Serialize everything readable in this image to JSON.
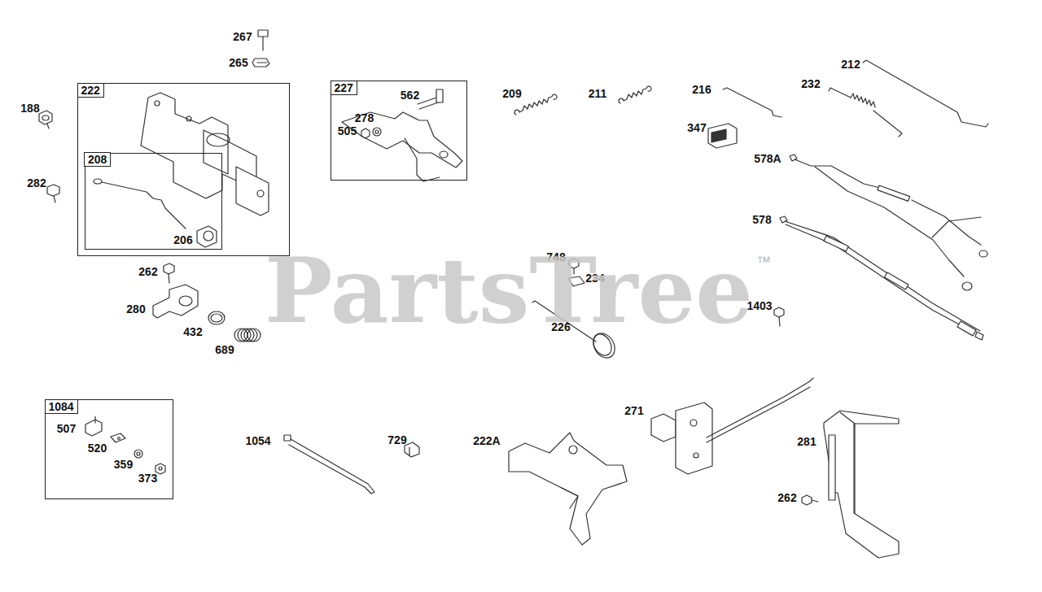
{
  "diagram": {
    "nodes": [
      {
        "text": [
          "222"
        ]
      },
      {
        "text": [
          "208",
          "206"
        ],
        "in": 0
      },
      {
        "text": [
          "227",
          "562",
          "278",
          "505"
        ]
      },
      {
        "text": [
          "1084",
          "507",
          "520",
          "359",
          "373"
        ]
      }
    ],
    "labels": [
      "267",
      "265",
      "188",
      "282",
      "262",
      "280",
      "432",
      "689",
      "209",
      "211",
      "216",
      "232",
      "212",
      "347",
      "578A",
      "578",
      "748",
      "234",
      "226",
      "1403",
      "1054",
      "729",
      "222A",
      "271",
      "281",
      "262",
      "PartsTree",
      "™"
    ]
  }
}
